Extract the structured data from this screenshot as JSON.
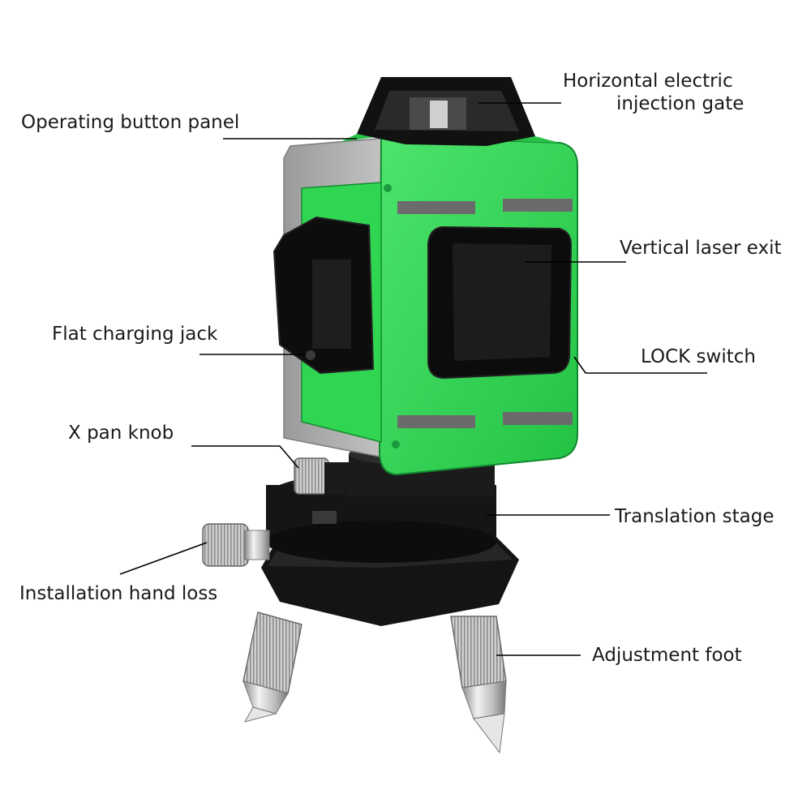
{
  "colors": {
    "body_green": "#33d957",
    "body_green_dark": "#1fb23f",
    "housing_gray": "#a9a9a9",
    "black_parts": "#111111",
    "metal": "#c9c9c9",
    "leader_line": "#000000",
    "label_text": "#1a1a1a"
  },
  "labels": {
    "horizontal_gate_line1": "Horizontal electric",
    "horizontal_gate_line2": "injection gate",
    "operating_panel": "Operating button panel",
    "vertical_exit": "Vertical laser exit",
    "charging_jack": "Flat charging jack",
    "lock_switch": "LOCK switch",
    "x_pan_knob": "X pan knob",
    "translation_stage": "Translation stage",
    "installation_hand": "Installation hand loss",
    "adjustment_foot": "Adjustment foot"
  }
}
